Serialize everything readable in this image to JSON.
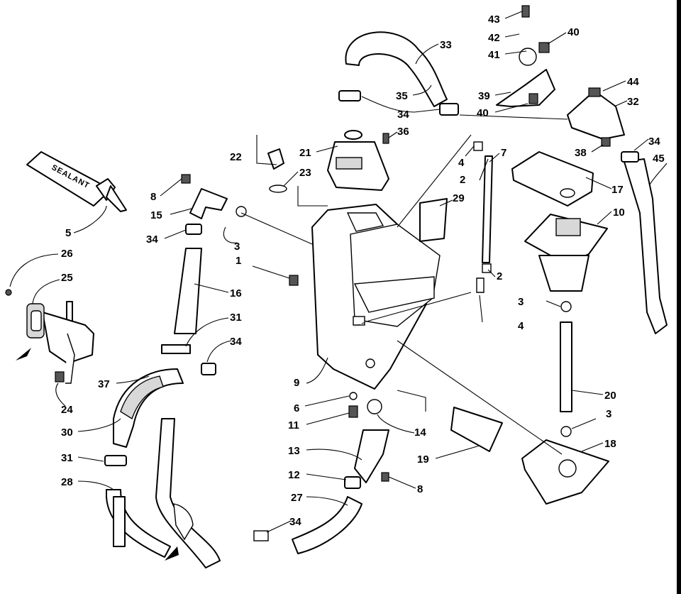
{
  "tube_label": "SEALANT",
  "callouts": {
    "c1": "1",
    "c2a": "2",
    "c2b": "2",
    "c3a": "3",
    "c3b": "3",
    "c3c": "3",
    "c4a": "4",
    "c4b": "4",
    "c5": "5",
    "c6": "6",
    "c7": "7",
    "c8a": "8",
    "c8b": "8",
    "c9": "9",
    "c10": "10",
    "c11": "11",
    "c12": "12",
    "c13": "13",
    "c14": "14",
    "c15": "15",
    "c16": "16",
    "c17": "17",
    "c18": "18",
    "c19": "19",
    "c20": "20",
    "c21": "21",
    "c22": "22",
    "c23": "23",
    "c24": "24",
    "c25": "25",
    "c26": "26",
    "c27": "27",
    "c28": "28",
    "c29": "29",
    "c30": "30",
    "c31a": "31",
    "c31b": "31",
    "c32": "32",
    "c33": "33",
    "c34a": "34",
    "c34b": "34",
    "c34c": "34",
    "c34d": "34",
    "c34e": "34",
    "c35": "35",
    "c36": "36",
    "c37": "37",
    "c38": "38",
    "c39": "39",
    "c40a": "40",
    "c40b": "40",
    "c41": "41",
    "c42": "42",
    "c43": "43",
    "c44": "44",
    "c45": "45"
  }
}
